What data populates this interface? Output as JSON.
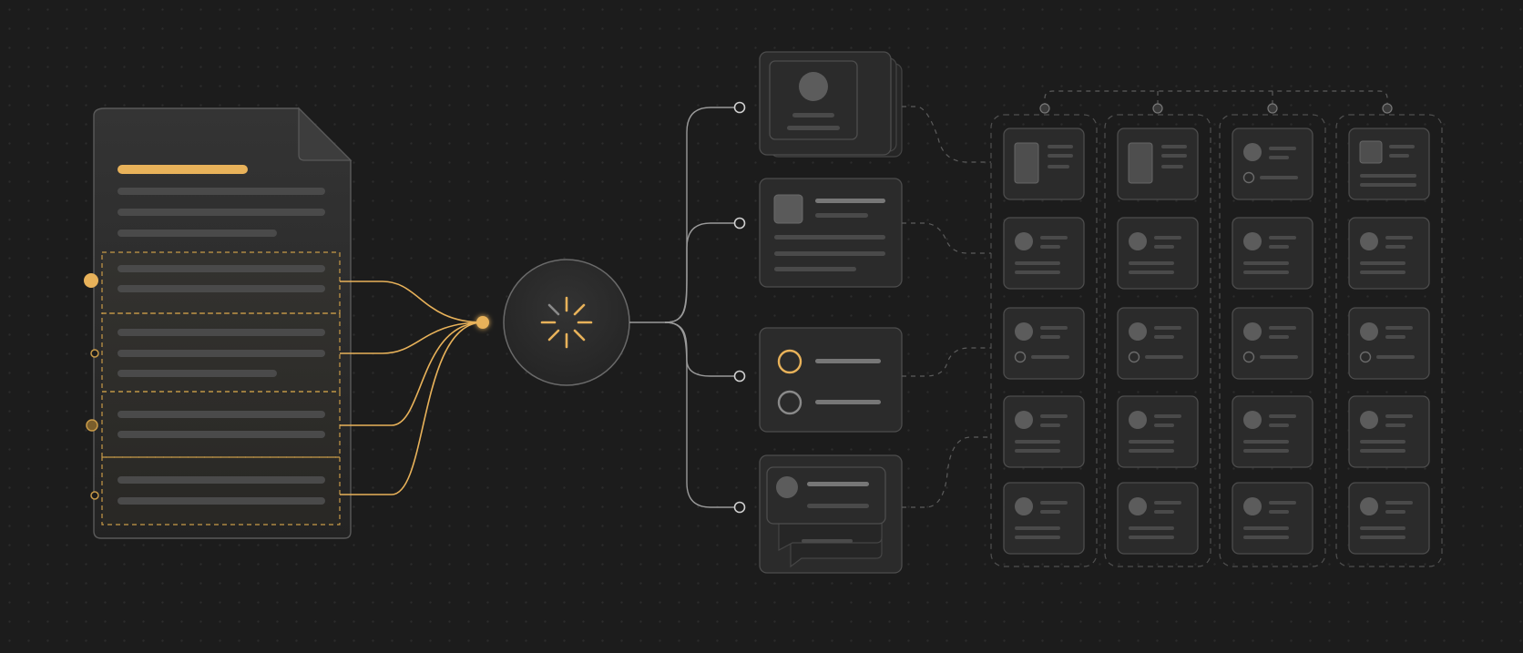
{
  "diagram": {
    "colors": {
      "background": "#1c1c1c",
      "accent": "#e8b25a",
      "card": "#2b2b2b",
      "border": "#4d4d4d",
      "connector": "#9a9a9a"
    },
    "source_document": {
      "icon": "document-icon",
      "chunks": 4,
      "header_lines": 3
    },
    "processor": {
      "icon": "sparkle-icon"
    },
    "outputs": [
      {
        "kind": "profile",
        "icon": "user-card-icon"
      },
      {
        "kind": "article",
        "icon": "text-card-icon"
      },
      {
        "kind": "options",
        "icon": "radio-card-icon"
      },
      {
        "kind": "chat",
        "icon": "chat-bubbles-icon"
      }
    ],
    "grid": {
      "columns": 4,
      "rows": 5
    }
  }
}
